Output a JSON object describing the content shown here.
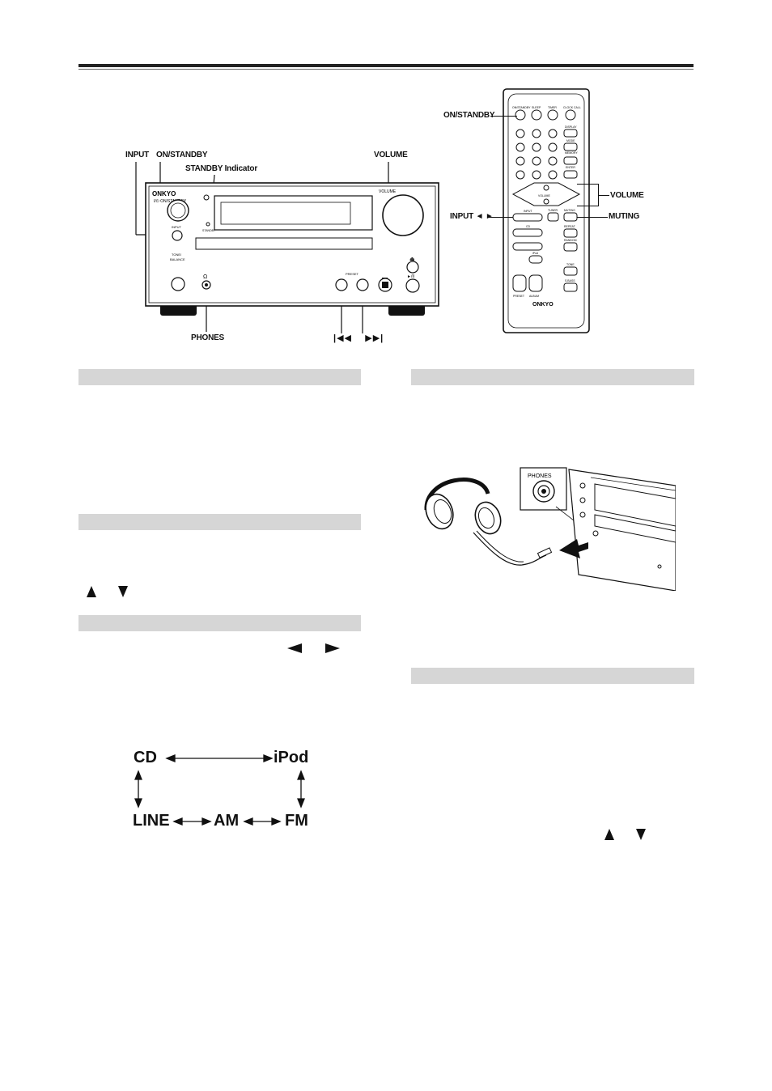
{
  "labels": {
    "input": "INPUT",
    "on_standby": "ON/STANDBY",
    "standby_indicator": "STANDBY Indicator",
    "volume": "VOLUME",
    "phones": "PHONES",
    "remote_on_standby": "ON/STANDBY",
    "remote_volume": "VOLUME",
    "remote_input": "INPUT",
    "remote_muting": "MUTING"
  },
  "brand": {
    "name": "ONKYO"
  },
  "unit": {
    "power_label": "I/⏻ ON/STANDBY",
    "volume_knob": "VOLUME",
    "standby_small": "STANDBY",
    "input_small": "INPUT",
    "tone_small": "TONE/BALANCE",
    "preset_small": "PRESET"
  },
  "remote_buttons": {
    "row1": [
      "ON/STANDBY",
      "SLEEP",
      "TIMER",
      "CLOCK CALL"
    ],
    "display": "DISPLAY",
    "mode": "MODE",
    "memory": "MEMORY",
    "enter": "ENTER",
    "muting": "MUTING",
    "repeat": "REPEAT",
    "random": "RANDOM",
    "tone": "TONE",
    "s_bass": "S.BASS",
    "volume": "VOLUME",
    "tuner": "TUNER",
    "cd": "CD",
    "ipod": "iPod",
    "preset": "PRESET",
    "album": "ALBUM",
    "logo": "ONKYO"
  },
  "phones_illustration": {
    "jack_label": "PHONES"
  },
  "input_cycle": {
    "cd": "CD",
    "ipod": "iPod",
    "line": "LINE",
    "am": "AM",
    "fm": "FM"
  },
  "colors": {
    "section_bar": "#d6d6d6",
    "rule": "#222222"
  }
}
